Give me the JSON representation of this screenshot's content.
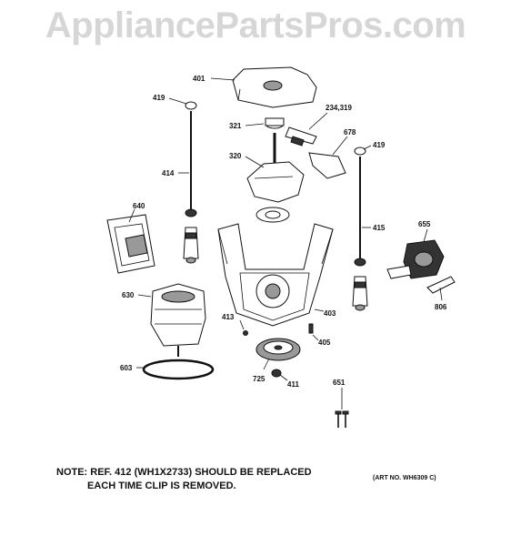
{
  "watermark": "AppliancePartsPros.com",
  "callouts": {
    "c401": "401",
    "c419a": "419",
    "c234": "234,319",
    "c321": "321",
    "c678": "678",
    "c419b": "419",
    "c320": "320",
    "c414": "414",
    "c640": "640",
    "c415": "415",
    "c655": "655",
    "c806": "806",
    "c630": "630",
    "c403": "403",
    "c413": "413",
    "c405": "405",
    "c603": "603",
    "c725": "725",
    "c411": "411",
    "c651": "651"
  },
  "note": {
    "line1": "NOTE: REF. 412 (WH1X2733) SHOULD BE REPLACED",
    "line2": "EACH TIME CLIP IS REMOVED."
  },
  "art_no": "(ART NO. WH6309 C)"
}
